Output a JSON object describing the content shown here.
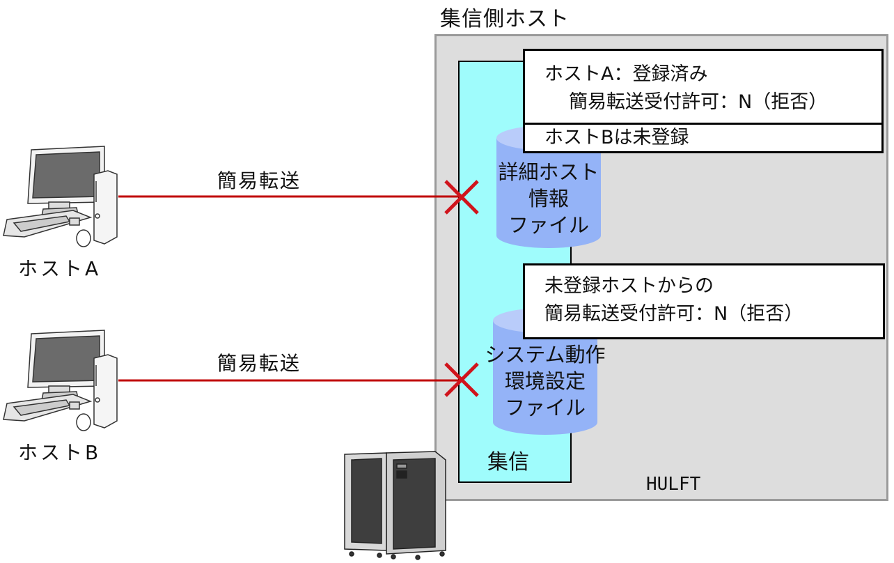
{
  "title": "集信側ホスト",
  "receiver_panel": {
    "label": "集信",
    "product_label": "HULFT"
  },
  "databases": [
    {
      "lines": [
        "詳細ホスト",
        "情報",
        "ファイル"
      ]
    },
    {
      "lines": [
        "システム動作",
        "環境設定",
        "ファイル"
      ]
    }
  ],
  "notes": {
    "host_a": {
      "line1": "ホストA：登録済み",
      "line2": "簡易転送受付許可：N（拒否）"
    },
    "host_b": {
      "line1": "ホストBは未登録"
    },
    "unregistered": {
      "line1": "未登録ホストからの",
      "line2": "簡易転送受付許可：N（拒否）"
    }
  },
  "hosts": [
    {
      "label": "ホストA",
      "connection_label": "簡易転送",
      "status": "rejected"
    },
    {
      "label": "ホストB",
      "connection_label": "簡易転送",
      "status": "rejected"
    }
  ],
  "colors": {
    "panel_bg": "#dddddd",
    "receiver_bg": "#9ffcfc",
    "db_fill": "#94b3f7",
    "db_top": "#b9ccfa",
    "connection_line": "#c00000",
    "reject_mark": "#d0141c"
  }
}
